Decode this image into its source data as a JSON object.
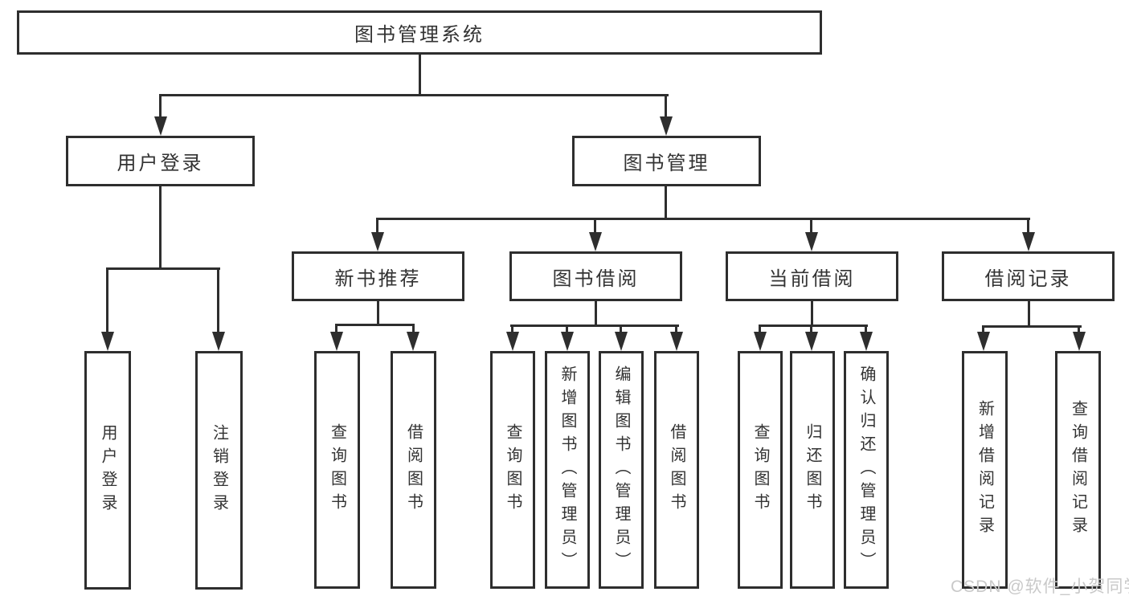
{
  "diagram": {
    "title": "图书管理系统",
    "root": {
      "label": "图书管理系统"
    },
    "branches": [
      {
        "label": "用户登录",
        "children": [
          {
            "label": "用户登录"
          },
          {
            "label": "注销登录"
          }
        ]
      },
      {
        "label": "图书管理",
        "children": [
          {
            "label": "新书推荐",
            "children": [
              {
                "label": "查询图书"
              },
              {
                "label": "借阅图书"
              }
            ]
          },
          {
            "label": "图书借阅",
            "children": [
              {
                "label": "查询图书"
              },
              {
                "label": "新增图书（管理员）"
              },
              {
                "label": "编辑图书（管理员）"
              },
              {
                "label": "借阅图书"
              }
            ]
          },
          {
            "label": "当前借阅",
            "children": [
              {
                "label": "查询图书"
              },
              {
                "label": "归还图书"
              },
              {
                "label": "确认归还（管理员）"
              }
            ]
          },
          {
            "label": "借阅记录",
            "children": [
              {
                "label": "新增借阅记录"
              },
              {
                "label": "查询借阅记录"
              }
            ]
          }
        ]
      }
    ],
    "watermark": "CSDN @软件_小贺同学",
    "colors": {
      "background": "#ffffff",
      "line": "#2e2e2e",
      "box_border": "#2e2e2e",
      "text": "#333333",
      "watermark": "#c9c9c9"
    }
  }
}
